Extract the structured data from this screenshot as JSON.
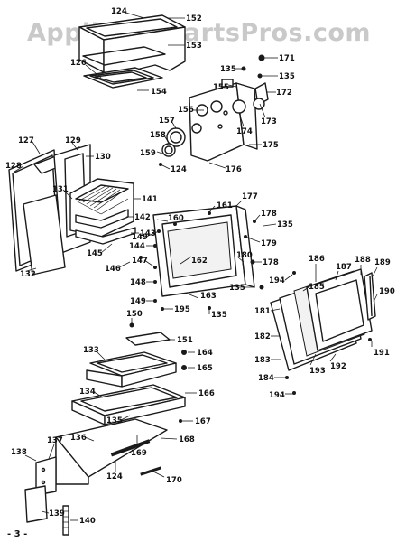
{
  "watermark": "AppliancePartsPros.com",
  "page_number": "- 3 -",
  "callouts": {
    "c124a": "124",
    "c152": "152",
    "c153": "153",
    "c126": "126",
    "c154": "154",
    "c171": "171",
    "c135a": "135",
    "c135b": "135",
    "c155": "155",
    "c172": "172",
    "c156": "156",
    "c173": "173",
    "c157": "157",
    "c174": "174",
    "c158": "158",
    "c175": "175",
    "c159": "159",
    "c124b": "124",
    "c176": "176",
    "c127": "127",
    "c129": "129",
    "c128": "128",
    "c130": "130",
    "c131": "131",
    "c141": "141",
    "c142": "142",
    "c143": "143",
    "c132": "132",
    "c145": "145",
    "c146": "146",
    "c160": "160",
    "c161": "161",
    "c177": "177",
    "c178a": "178",
    "c135c": "135",
    "c149a": "149",
    "c144": "144",
    "c179": "179",
    "c147": "147",
    "c162": "162",
    "c180": "180",
    "c178b": "178",
    "c148": "148",
    "c135d": "135",
    "c163": "163",
    "c149b": "149",
    "c195": "195",
    "c135e": "135",
    "c186": "186",
    "c187": "187",
    "c188": "188",
    "c189": "189",
    "c194a": "194",
    "c185": "185",
    "c190": "190",
    "c181": "181",
    "c182": "182",
    "c191": "191",
    "c183": "183",
    "c192": "192",
    "c184": "184",
    "c193": "193",
    "c194b": "194",
    "c150": "150",
    "c151": "151",
    "c133": "133",
    "c164": "164",
    "c165": "165",
    "c134": "134",
    "c166": "166",
    "c135f": "135",
    "c167": "167",
    "c136": "136",
    "c168": "168",
    "c169": "169",
    "c137": "137",
    "c138": "138",
    "c124c": "124",
    "c170": "170",
    "c139": "139",
    "c140": "140"
  }
}
